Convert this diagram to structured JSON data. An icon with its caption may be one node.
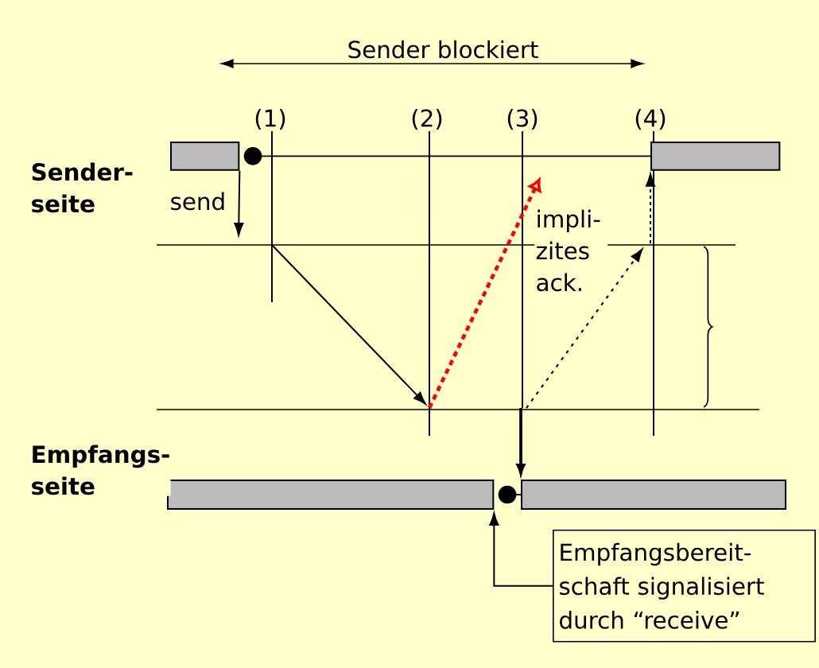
{
  "diagram": {
    "nodes": [
      {
        "text": [],
        "shape": "box"
      },
      {
        "text": [],
        "shape": "box"
      },
      {
        "text": [],
        "shape": "box"
      },
      {
        "text": [],
        "shape": "box"
      },
      {
        "text": [
          "Empfangsbereit- schaft signalisiert durch “receive”"
        ]
      }
    ],
    "edges": [
      {
        "from": 0,
        "to": null,
        "arrow": "to",
        "label": "send"
      },
      {
        "from": null,
        "to": 3,
        "arrow": "to",
        "style": "thick"
      },
      {
        "from": null,
        "to": 1,
        "arrow": "to",
        "style": "dashed"
      },
      {
        "from": 4,
        "to": 2,
        "arrow": "to"
      },
      {
        "from": 0,
        "to": 1,
        "arrow": "other"
      },
      {
        "from": 2,
        "to": 3,
        "arrow": "other"
      }
    ],
    "labels": [
      "Sender blockiert",
      "(1)",
      "(2)",
      "(3)",
      "(4)",
      "Sender- seite",
      "impli- zites ack.",
      "Empfangs- seite"
    ]
  }
}
